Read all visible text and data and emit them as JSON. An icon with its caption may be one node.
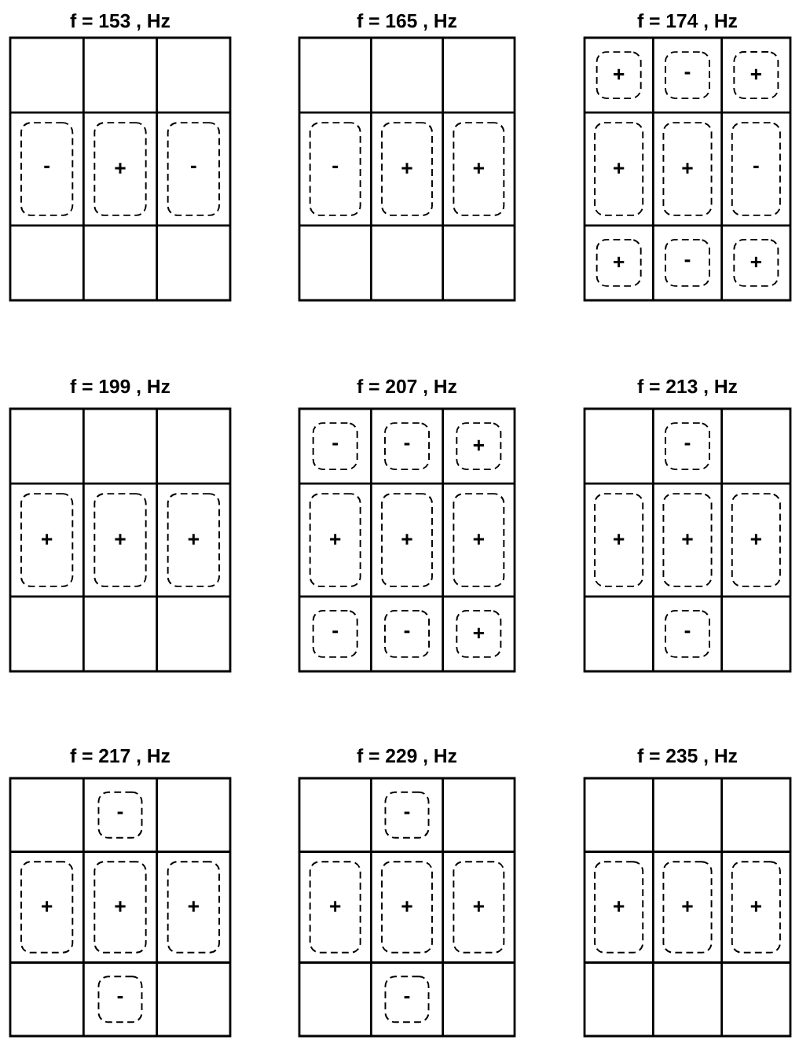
{
  "diagram": {
    "nodes": [
      {
        "text": [
          "f = 153 , Hz"
        ]
      },
      {
        "text": [
          "-"
        ],
        "in": 0
      },
      {
        "text": [
          "+"
        ],
        "in": 0
      },
      {
        "text": [
          "-"
        ],
        "in": 0
      },
      {
        "text": [
          "f = 165 , Hz"
        ]
      },
      {
        "text": [
          "-"
        ],
        "in": 4
      },
      {
        "text": [
          "+"
        ],
        "in": 4
      },
      {
        "text": [
          "+"
        ],
        "in": 4
      },
      {
        "text": [
          "f = 174 , Hz"
        ]
      },
      {
        "text": [
          "+"
        ],
        "in": 8
      },
      {
        "text": [
          "-"
        ],
        "in": 8
      },
      {
        "text": [
          "+"
        ],
        "in": 8
      },
      {
        "text": [
          "+"
        ],
        "in": 8
      },
      {
        "text": [
          "+"
        ],
        "in": 8
      },
      {
        "text": [
          "-"
        ],
        "in": 8
      },
      {
        "text": [
          "+"
        ],
        "in": 8
      },
      {
        "text": [
          "-"
        ],
        "in": 8
      },
      {
        "text": [
          "+"
        ],
        "in": 8
      },
      {
        "text": [
          "f = 199 , Hz"
        ]
      },
      {
        "text": [
          "+"
        ],
        "in": 18
      },
      {
        "text": [
          "+"
        ],
        "in": 18
      },
      {
        "text": [
          "+"
        ],
        "in": 18
      },
      {
        "text": [
          "f = 207 , Hz"
        ]
      },
      {
        "text": [
          "-"
        ],
        "in": 22
      },
      {
        "text": [
          "-"
        ],
        "in": 22
      },
      {
        "text": [
          "+"
        ],
        "in": 22
      },
      {
        "text": [
          "+"
        ],
        "in": 22
      },
      {
        "text": [
          "+"
        ],
        "in": 22
      },
      {
        "text": [
          "+"
        ],
        "in": 22
      },
      {
        "text": [
          "-"
        ],
        "in": 22
      },
      {
        "text": [
          "-"
        ],
        "in": 22
      },
      {
        "text": [
          "+"
        ],
        "in": 22
      },
      {
        "text": [
          "f = 213 , Hz"
        ]
      },
      {
        "text": [
          "-"
        ],
        "in": 32
      },
      {
        "text": [
          "+"
        ],
        "in": 32
      },
      {
        "text": [
          "+"
        ],
        "in": 32
      },
      {
        "text": [
          "+"
        ],
        "in": 32
      },
      {
        "text": [
          "-"
        ],
        "in": 32
      },
      {
        "text": [
          "f = 217 , Hz"
        ]
      },
      {
        "text": [
          "-"
        ],
        "in": 38
      },
      {
        "text": [
          "+"
        ],
        "in": 38
      },
      {
        "text": [
          "+"
        ],
        "in": 38
      },
      {
        "text": [
          "+"
        ],
        "in": 38
      },
      {
        "text": [
          "-"
        ],
        "in": 38
      },
      {
        "text": [
          "f = 229 , Hz"
        ]
      },
      {
        "text": [
          "-"
        ],
        "in": 44
      },
      {
        "text": [
          "+"
        ],
        "in": 44
      },
      {
        "text": [
          "+"
        ],
        "in": 44
      },
      {
        "text": [
          "+"
        ],
        "in": 44
      },
      {
        "text": [
          "-"
        ],
        "in": 44
      },
      {
        "text": [
          "f = 235 , Hz"
        ]
      },
      {
        "text": [
          "+"
        ],
        "in": 50
      },
      {
        "text": [
          "+"
        ],
        "in": 50
      },
      {
        "text": [
          "+"
        ],
        "in": 50
      }
    ]
  }
}
